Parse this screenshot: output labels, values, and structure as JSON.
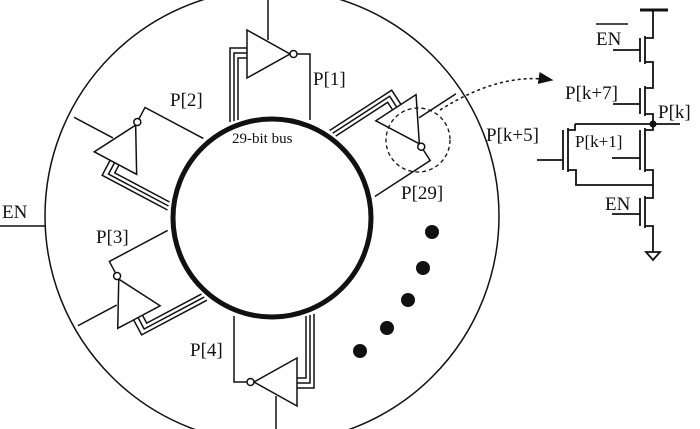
{
  "diagram": {
    "bus_label": "29-bit bus",
    "enable_input_label": "EN",
    "taps": [
      {
        "label": "P[1]"
      },
      {
        "label": "P[2]"
      },
      {
        "label": "P[3]"
      },
      {
        "label": "P[4]"
      },
      {
        "label": "P[29]"
      }
    ],
    "ellipsis_dots": 5,
    "detail": {
      "en_bar_label": "EN",
      "pk7_label": "P[k+7]",
      "pk_label": "P[k]",
      "pk5_label": "P[k+5]",
      "pk1_label": "P[k+1]",
      "en_label": "EN"
    }
  }
}
